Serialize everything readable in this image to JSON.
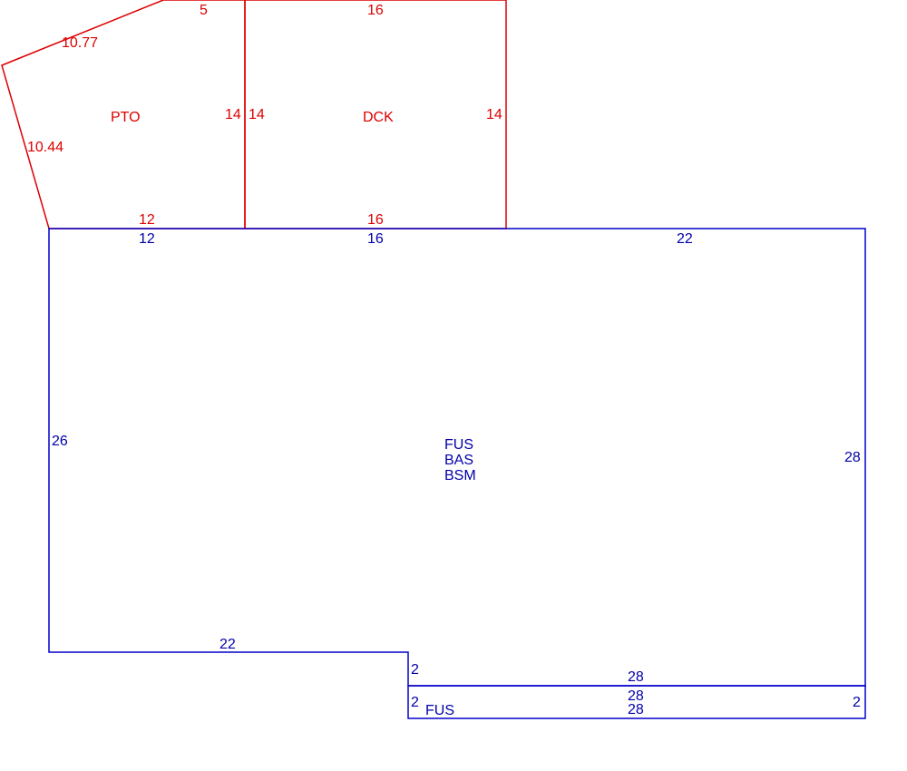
{
  "colors": {
    "outbuilding_stroke": "#dd0000",
    "main_stroke": "#0000cc"
  },
  "areas": {
    "patio": {
      "code": "PTO",
      "sides": {
        "top": "5",
        "upper_left": "10.77",
        "lower_left": "10.44",
        "bottom": "12",
        "right": "14"
      }
    },
    "deck": {
      "code": "DCK",
      "sides": {
        "top": "16",
        "left": "14",
        "right": "14",
        "bottom": "16"
      }
    },
    "main": {
      "codes": [
        "FUS",
        "BAS",
        "BSM"
      ],
      "sides": {
        "top_left": "12",
        "top_middle": "16",
        "top_right": "22",
        "left": "26",
        "right": "28",
        "bottom_left": "22",
        "step": "2",
        "bottom_right": "28"
      }
    },
    "strip": {
      "code": "FUS",
      "sides": {
        "left": "2",
        "top": "28",
        "bottom": "28",
        "right": "2"
      }
    }
  }
}
